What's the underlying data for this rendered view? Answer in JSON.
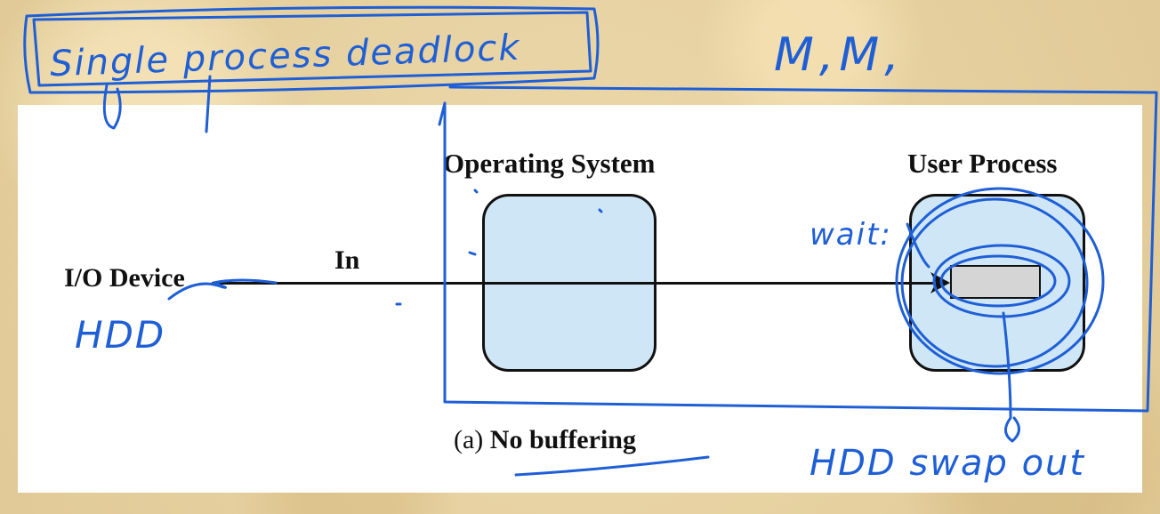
{
  "diagram": {
    "os_title": "Operating System",
    "user_process_title": "User Process",
    "io_device_label": "I/O Device",
    "flow_label": "In",
    "caption_prefix": "(a)",
    "caption_text": "No buffering",
    "colors": {
      "box_fill": "#cfe6f7",
      "buffer_fill": "#d5d5d5",
      "outline": "#111111",
      "ink": "#1f5fd6",
      "paper": "#e8d4a8"
    }
  },
  "annotations": {
    "title_note": "Single process deadlock",
    "top_right_note": "M,M,",
    "wait_note": "wait:",
    "hdd_note": "HDD",
    "swap_note": "HDD swap out"
  }
}
